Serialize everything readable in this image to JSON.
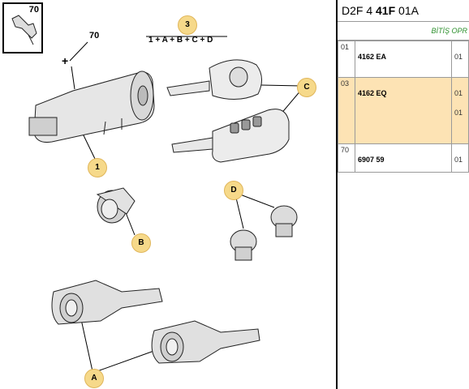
{
  "thumbnail": {
    "number": "70"
  },
  "labels": {
    "top_number": "3",
    "formula": "1 + A + B + C + D",
    "part_70": "70"
  },
  "badges": [
    {
      "id": "1",
      "text": "1"
    },
    {
      "id": "B",
      "text": "B"
    },
    {
      "id": "C",
      "text": "C"
    },
    {
      "id": "D",
      "text": "D"
    },
    {
      "id": "A",
      "text": "A"
    }
  ],
  "panel": {
    "code_prefix": "D2F 4 ",
    "code_bold": "41F",
    "code_suffix": " 01A",
    "subtitle": "BİTİŞ OPR",
    "rows": [
      {
        "index": "01",
        "ref": "4162 EA",
        "qty": [
          "01"
        ],
        "selected": false
      },
      {
        "index": "03",
        "ref": "4162 EQ",
        "qty": [
          "01",
          "01"
        ],
        "selected": true
      },
      {
        "index": "70",
        "ref": "6907 59",
        "qty": [
          "01"
        ],
        "selected": false
      }
    ]
  },
  "colors": {
    "badge": "#f6d98a",
    "selected_row": "#fde3b4",
    "subtitle": "#2c8f2c"
  }
}
